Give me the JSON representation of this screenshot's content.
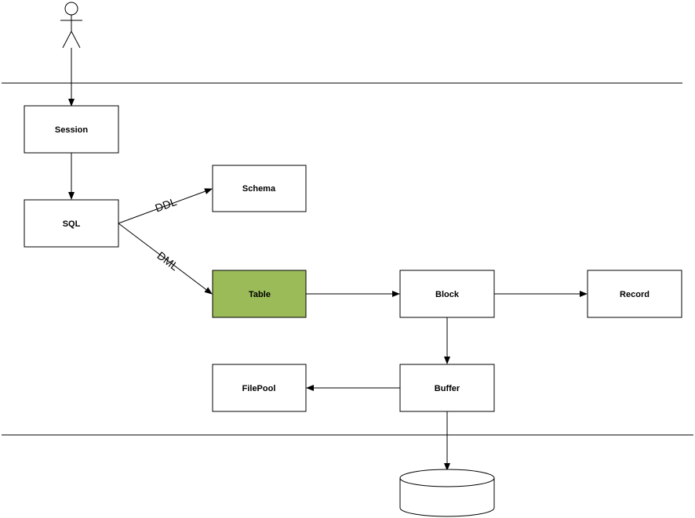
{
  "colors": {
    "stroke": "#000000",
    "box_fill": "#ffffff",
    "highlight_fill": "#9bbb59",
    "divider": "#000000"
  },
  "nodes": {
    "session": {
      "label": "Session"
    },
    "sql": {
      "label": "SQL"
    },
    "schema": {
      "label": "Schema"
    },
    "table": {
      "label": "Table",
      "highlighted": true
    },
    "block": {
      "label": "Block"
    },
    "record": {
      "label": "Record"
    },
    "buffer": {
      "label": "Buffer"
    },
    "filepool": {
      "label": "FilePool"
    }
  },
  "edges": [
    {
      "from": "actor",
      "to": "session",
      "label": ""
    },
    {
      "from": "session",
      "to": "sql",
      "label": ""
    },
    {
      "from": "sql",
      "to": "schema",
      "label": "DDL"
    },
    {
      "from": "sql",
      "to": "table",
      "label": "DML"
    },
    {
      "from": "table",
      "to": "block",
      "label": ""
    },
    {
      "from": "block",
      "to": "record",
      "label": ""
    },
    {
      "from": "block",
      "to": "buffer",
      "label": ""
    },
    {
      "from": "buffer",
      "to": "filepool",
      "label": ""
    },
    {
      "from": "buffer",
      "to": "storage",
      "label": ""
    }
  ],
  "edge_labels": {
    "ddl": "DDL",
    "dml": "DML"
  },
  "icons": {
    "actor": "actor-icon",
    "storage": "database-cylinder-icon"
  }
}
